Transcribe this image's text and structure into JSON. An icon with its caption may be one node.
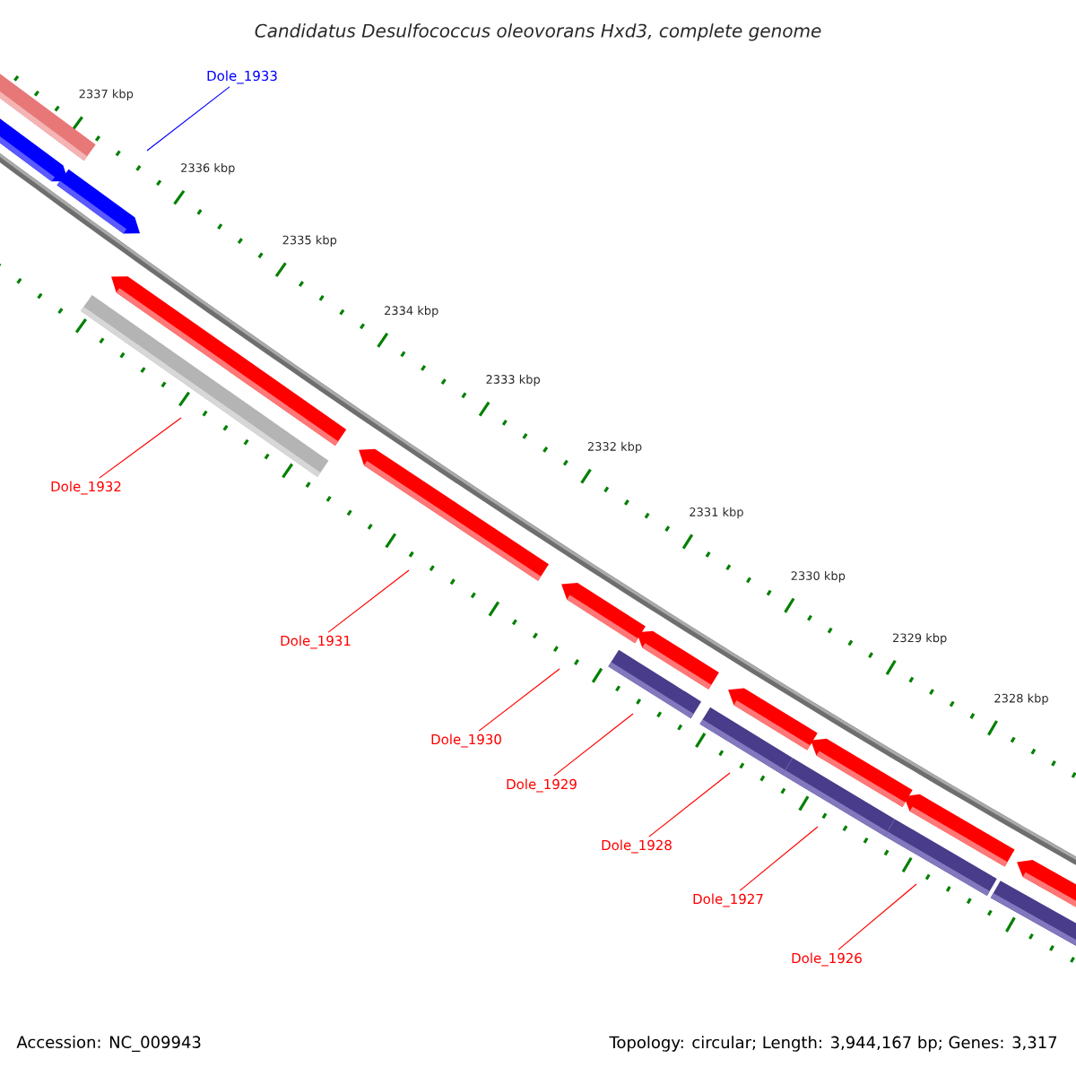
{
  "diagram": {
    "title": "Candidatus Desulfococcus oleovorans Hxd3, complete genome",
    "nodes": [
      {
        "text": [
          "Dole_1933"
        ]
      },
      {
        "text": [
          "Dole_1932"
        ]
      },
      {
        "text": [
          "Dole_1931"
        ]
      },
      {
        "text": [
          "Dole_1930"
        ]
      },
      {
        "text": [
          "Dole_1929"
        ]
      },
      {
        "text": [
          "Dole_1928"
        ]
      },
      {
        "text": [
          "Dole_1927"
        ]
      },
      {
        "text": [
          "Dole_1926"
        ]
      }
    ],
    "edges": [
      {
        "from": 0,
        "to": null,
        "arrow": "none",
        "color": "#0000ff"
      },
      {
        "from": 1,
        "to": null,
        "arrow": "none"
      },
      {
        "from": 2,
        "to": null,
        "arrow": "none"
      },
      {
        "from": 3,
        "to": null,
        "arrow": "none"
      },
      {
        "from": 4,
        "to": null,
        "arrow": "none"
      },
      {
        "from": 5,
        "to": null,
        "arrow": "none"
      },
      {
        "from": 6,
        "to": null,
        "arrow": "none"
      },
      {
        "from": 7,
        "to": null,
        "arrow": "none"
      }
    ],
    "labels": [
      "2337 kbp",
      "2336 kbp",
      "2335 kbp",
      "2334 kbp",
      "2333 kbp",
      "2332 kbp",
      "2331 kbp",
      "2330 kbp",
      "2329 kbp",
      "2328 kbp",
      "Accession: NC_009943",
      "Topology: circular; Length: 3,944,167 bp; Genes: 3,317"
    ]
  }
}
